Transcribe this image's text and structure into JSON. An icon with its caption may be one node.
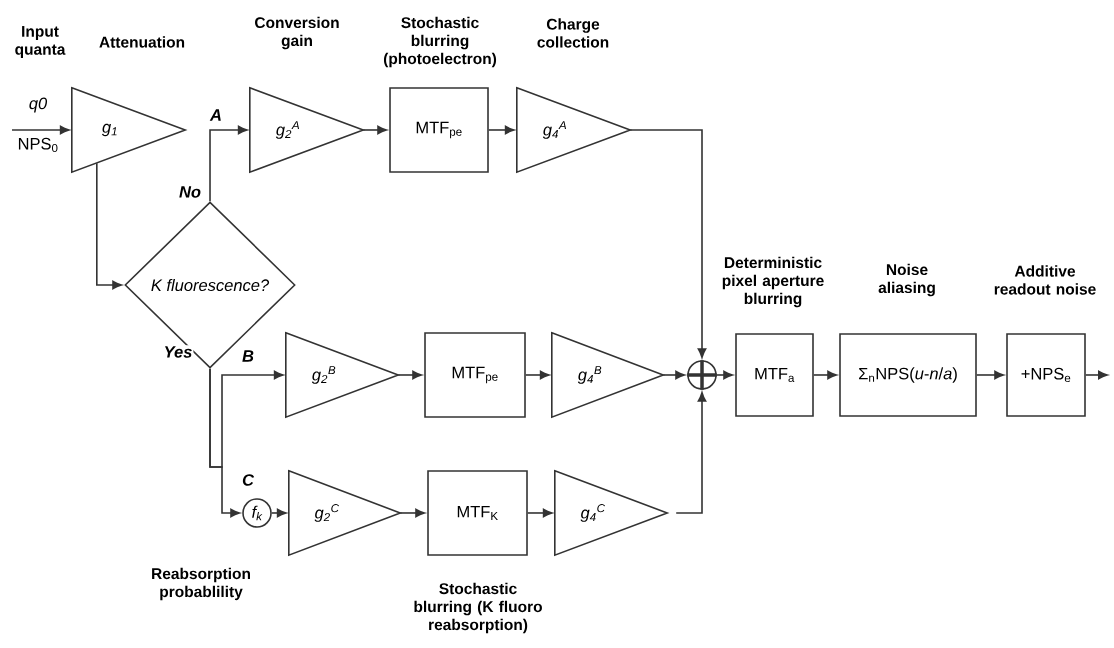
{
  "diagram": {
    "nodes": [
      {
        "text": [
          "Attenuation",
          "g$_{1}$"
        ]
      },
      {
        "text": [
          "K fluorescence?"
        ]
      },
      {
        "text": [
          "Conversion gain",
          "g$_{2}$$^{A}$"
        ]
      },
      {
        "text": [
          "Stochastic blurring (photoelectron)",
          "MTF$_{pe}$"
        ]
      },
      {
        "text": [
          "Charge collection",
          "g$_{4}$$^{A}$"
        ]
      },
      {
        "text": [
          "g$_{2}$$^{B}$"
        ]
      },
      {
        "text": [
          "MTF$_{pe}$"
        ]
      },
      {
        "text": [
          "g$_{4}$$^{B}$"
        ]
      },
      {
        "text": [
          "f$_{k}$"
        ],
        "beside": [
          "Reabsorption probablility"
        ]
      },
      {
        "text": [
          "g$_{2}$$^{C}$"
        ]
      },
      {
        "text": [
          "MTF$_{K}$",
          "Stochastic blurring (K fluoro reabsorption)"
        ]
      },
      {
        "text": [
          "g$_{4}$$^{C}$"
        ]
      },
      {
        "text": [],
        "shape": "circle"
      },
      {
        "text": [
          "Deterministic pixel aperture blurring",
          "MTF$_{a}$"
        ]
      },
      {
        "text": [
          "Noise aliasing",
          "Σ$_{n}$NPS(*u*-*n*/*a*)"
        ]
      },
      {
        "text": [
          "Additive readout noise",
          "+NPS$_{e}$"
        ]
      }
    ],
    "edges": [
      {
        "from": null,
        "to": 0,
        "arrow": "to",
        "label": "q0"
      },
      {
        "from": 0,
        "to": 1,
        "arrow": "to"
      },
      {
        "from": 1,
        "to": 2,
        "arrow": "to",
        "label": "No"
      },
      {
        "from": 2,
        "to": 3,
        "arrow": "to"
      },
      {
        "from": 3,
        "to": 4,
        "arrow": "to"
      },
      {
        "from": 4,
        "to": 12,
        "arrow": "to"
      },
      {
        "from": 1,
        "to": 5,
        "arrow": "to",
        "label": "Yes"
      },
      {
        "from": 1,
        "to": 8,
        "arrow": "to"
      },
      {
        "from": 5,
        "to": 6,
        "arrow": "to"
      },
      {
        "from": 6,
        "to": 7,
        "arrow": "to"
      },
      {
        "from": 7,
        "to": 12,
        "arrow": "to"
      },
      {
        "from": 8,
        "to": 9,
        "arrow": "to"
      },
      {
        "from": 9,
        "to": 10,
        "arrow": "to"
      },
      {
        "from": 10,
        "to": 11,
        "arrow": "to"
      },
      {
        "from": 11,
        "to": 12,
        "arrow": "to"
      },
      {
        "from": 12,
        "to": 13,
        "arrow": "to"
      },
      {
        "from": 13,
        "to": 14,
        "arrow": "to"
      },
      {
        "from": 14,
        "to": 15,
        "arrow": "to"
      },
      {
        "from": 15,
        "to": null,
        "arrow": "to"
      }
    ],
    "labels": [
      "Input quanta",
      "NPS$_{0}$",
      "A",
      "B",
      "C"
    ]
  }
}
